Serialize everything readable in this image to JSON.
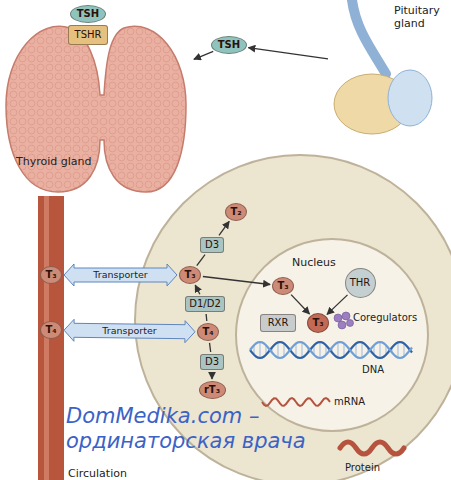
{
  "diagram": {
    "nodes": [
      {
        "text": [
          "Thyroid gland"
        ]
      },
      {
        "text": [
          "TSH"
        ],
        "in": 0
      },
      {
        "text": [
          "TSHR"
        ],
        "in": 0
      },
      {
        "text": [
          "Pituitary gland"
        ]
      },
      {
        "text": [
          "TSH"
        ]
      },
      {
        "text": [
          "Circulation"
        ]
      },
      {
        "text": [
          "T₃"
        ],
        "in": 5
      },
      {
        "text": [
          "T₄"
        ],
        "in": 5
      },
      {
        "text": [
          "T₃"
        ]
      },
      {
        "text": [
          "T₄"
        ]
      },
      {
        "text": [
          "D1/D2"
        ]
      },
      {
        "text": [
          "D3"
        ]
      },
      {
        "text": [
          "T₂"
        ]
      },
      {
        "text": [
          "D3"
        ]
      },
      {
        "text": [
          "rT₃"
        ]
      },
      {
        "text": [
          "Nucleus"
        ]
      },
      {
        "text": [
          "T₃"
        ],
        "in": 15
      },
      {
        "text": [
          "THR"
        ],
        "in": 15
      },
      {
        "text": [
          "RXR"
        ],
        "in": 15
      },
      {
        "text": [
          "T₃"
        ],
        "in": 15
      }
    ],
    "edges": [
      {
        "from": 3,
        "to": 4,
        "arrow": "to"
      },
      {
        "from": 4,
        "to": 0,
        "arrow": "to"
      },
      {
        "from": 6,
        "to": 8,
        "label": "Transporter",
        "arrow": "both"
      },
      {
        "from": 7,
        "to": 9,
        "label": "Transporter",
        "arrow": "both"
      },
      {
        "from": 9,
        "to": 10,
        "arrow": "none"
      },
      {
        "from": 10,
        "to": 8,
        "arrow": "to"
      },
      {
        "from": 8,
        "to": 11,
        "arrow": "none"
      },
      {
        "from": 11,
        "to": 12,
        "arrow": "to"
      },
      {
        "from": 9,
        "to": 13,
        "arrow": "none"
      },
      {
        "from": 13,
        "to": 14,
        "arrow": "to"
      },
      {
        "from": 8,
        "to": 16,
        "arrow": "to"
      },
      {
        "from": 16,
        "to": 19,
        "arrow": "to"
      },
      {
        "from": 17,
        "to": 19,
        "arrow": "to"
      }
    ],
    "labels": [
      "Coregulators",
      "DNA",
      "mRNA",
      "Protein",
      "DomMedika.com – ординаторская врача"
    ]
  }
}
